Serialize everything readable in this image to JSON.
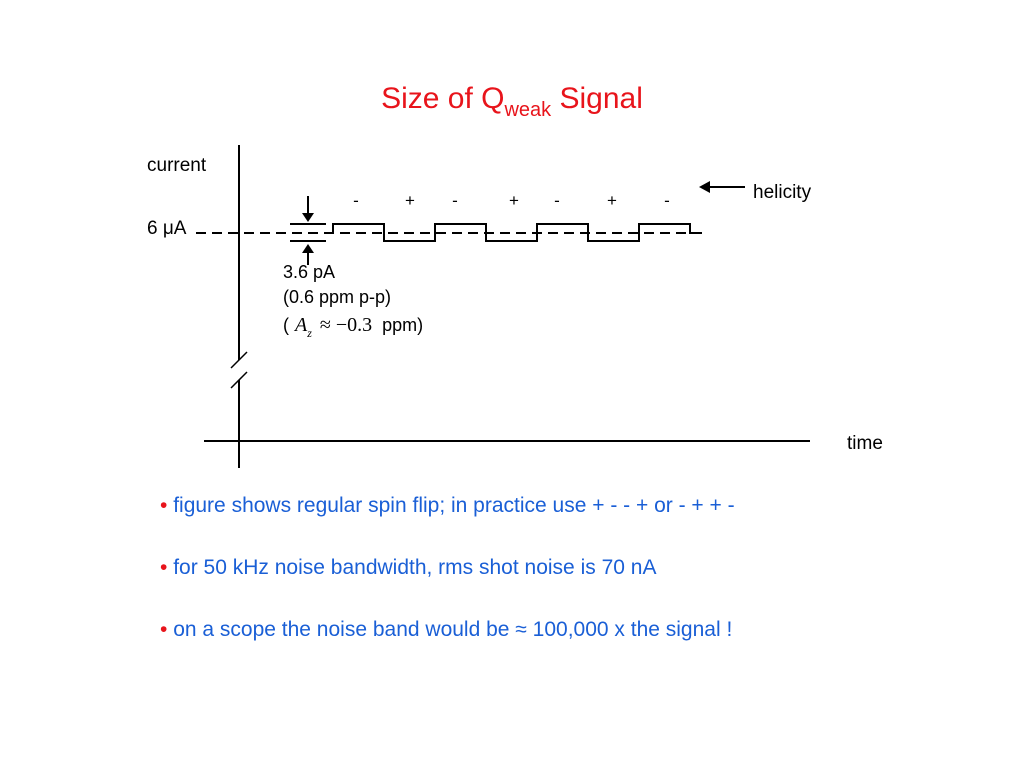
{
  "title": {
    "main": "Size of Q",
    "subscript": "weak",
    "rest": " Signal"
  },
  "diagram": {
    "y_axis_label": "current",
    "level_label": "6 μA",
    "x_axis_label": "time",
    "helicity_label": "helicity",
    "helicity_signs": [
      "-",
      "+",
      "-",
      "+",
      "-",
      "+",
      "-"
    ],
    "annotation": {
      "line1": "3.6 pA",
      "line2": "(0.6 ppm p-p)",
      "line3_prefix": "(",
      "line3_symbol": "A",
      "line3_sub": "z",
      "line3_value": "≈ −0.3",
      "line3_suffix": "ppm)"
    }
  },
  "bullets": [
    "figure shows regular spin flip; in practice use + - - + or - + + -",
    "for 50 kHz noise bandwidth, rms shot noise is 70 nA",
    "on a scope the noise band would be  ≈ 100,000 x the signal !"
  ],
  "bullet_marker": "•",
  "colors": {
    "title": "#e8141b",
    "bullet_text": "#1a5fd6",
    "bullet_marker": "#e8141b"
  }
}
